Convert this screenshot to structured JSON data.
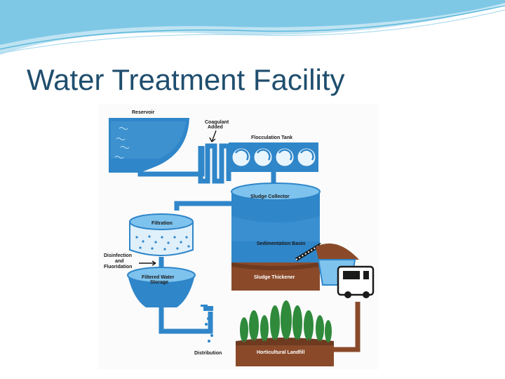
{
  "slide": {
    "title": "Water Treatment Facility"
  },
  "diagram": {
    "labels": {
      "reservoir": "Reservoir",
      "coagulant_1": "Coagulant",
      "coagulant_2": "Added",
      "flocculation": "Flocculation Tank",
      "sludge_collector": "Sludge Collector",
      "filtration": "Filtration",
      "sedimentation": "Sedimentation Basin",
      "disinfection_1": "Disinfection",
      "disinfection_2": "and",
      "disinfection_3": "Fluoridation",
      "filtered_1": "Filtered Water",
      "filtered_2": "Storage",
      "sludge_thickener": "Sludge Thickener",
      "distribution": "Distribution",
      "landfill": "Horticultural Landfill"
    },
    "colors": {
      "water": "#2f86c9",
      "water_light": "#7ec3ee",
      "sludge": "#8a4a2a",
      "tree": "#2f8a3c",
      "title": "#1f4e6e"
    }
  }
}
